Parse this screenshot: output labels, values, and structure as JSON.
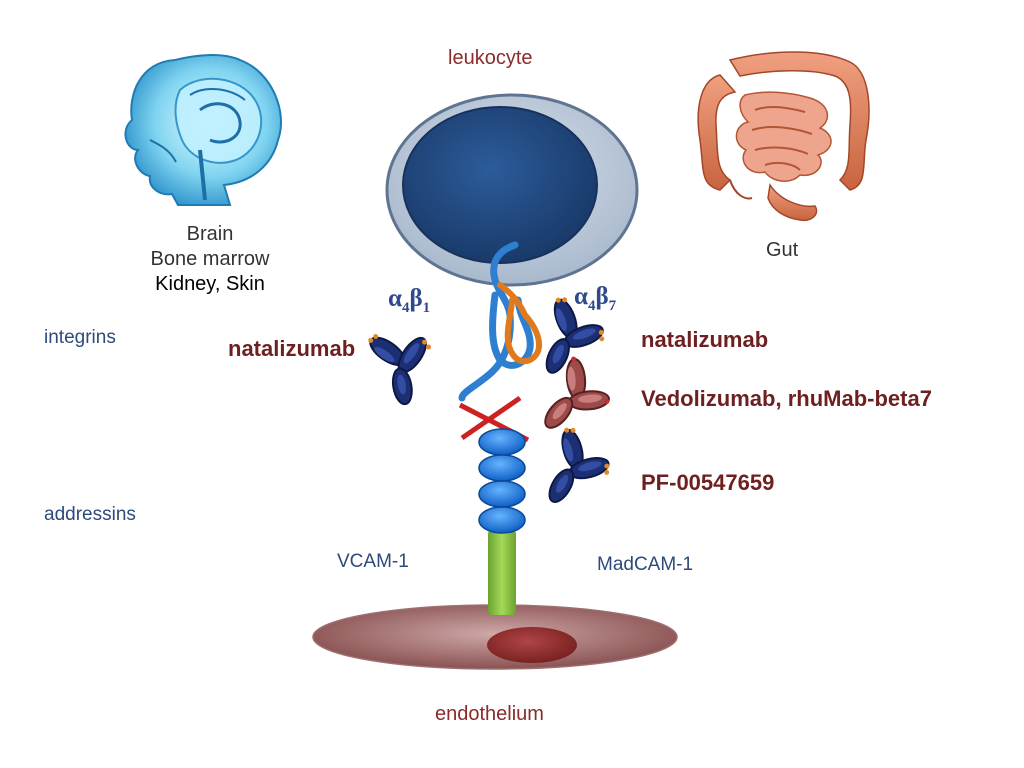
{
  "labels": {
    "leukocyte": "leukocyte",
    "endothelium": "endothelium",
    "organs_left": [
      "Brain",
      "Bone marrow",
      "Kidney, Skin"
    ],
    "organs_right": "Gut",
    "integrins": "integrins",
    "addressins": "addressins",
    "vcam": "VCAM-1",
    "madcam": "MadCAM-1"
  },
  "integrin_left": {
    "alpha": "α",
    "alpha_sub": "4",
    "beta": "β",
    "beta_sub": "1"
  },
  "integrin_right": {
    "alpha": "α",
    "alpha_sub": "4",
    "beta": "β",
    "beta_sub": "7"
  },
  "drugs": {
    "left": "natalizumab",
    "right_1": "natalizumab",
    "right_2": "Vedolizumab, rhuMab-beta7",
    "right_3": "PF-00547659"
  },
  "colors": {
    "caption_red": "#8b2b2b",
    "drug_red": "#6e1f1f",
    "label_blue": "#2d4b7a",
    "integrin_blue": "#2f7fd0",
    "integrin_orange": "#e07a1e",
    "addressin_blue": "#1e73d8",
    "stalk_green": "#8bc34a",
    "block_x": "#cc2222"
  },
  "icons": [
    "brain-icon",
    "intestine-icon",
    "antibody-icon"
  ]
}
